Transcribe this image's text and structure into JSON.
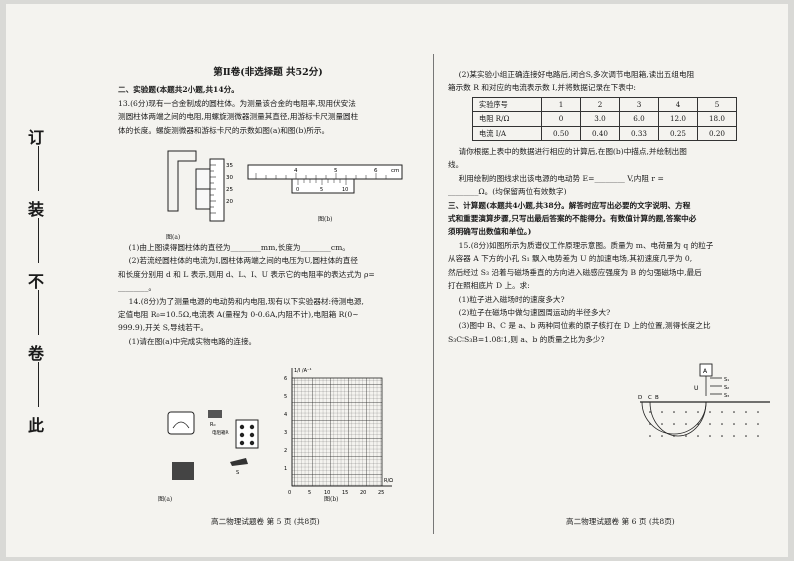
{
  "binding": {
    "chars": [
      "此",
      "卷",
      "不",
      "装",
      "订"
    ]
  },
  "left": {
    "section_title": "第Ⅱ卷(非选择题 共52分)",
    "part2_heading": "二、实验题(本题共2小题,共14分。",
    "q13_lines": [
      "13.(6分)现有一合金制成的圆柱体。为测量该合金的电阻率,现用伏安法",
      "测圆柱体两端之间的电阻,用螺旋测微器测量其直径,用游标卡尺测量圆柱",
      "体的长度。螺旋测微器和游标卡尺的示数如图(a)和图(b)所示。"
    ],
    "fig_a_caption": "图(a)",
    "fig_b_caption": "图(b)",
    "micrometer_ticks": [
      "35",
      "30",
      "25",
      "20"
    ],
    "caliper_ticks": [
      "4",
      "5",
      "6",
      "cm"
    ],
    "caliper_bottom": [
      "0",
      "5",
      "10"
    ],
    "q13_1": "(1)由上图读得圆柱体的直径为________mm,长度为________cm。",
    "q13_2_lines": [
      "(2)若流经圆柱体的电流为I,圆柱体两端之间的电压为U,圆柱体的直径",
      "和长度分别用 d 和 L 表示,则用 d、L、I、U 表示它的电阻率的表达式为 ρ=",
      "________。"
    ],
    "q14_lines": [
      "14.(8分)为了测量电源的电动势和内电阻,现有以下实验器材:待测电源,",
      "定值电阻 R₀=10.5Ω,电流表 A(量程为 0-0.6A,内阻不计),电阻箱 R(0~",
      "999.9),开关 S,导线若干。",
      "(1)请在图(a)中完成实物电路的连接。"
    ],
    "circuit_labels": [
      "R₀",
      "电阻箱R",
      "S"
    ],
    "graph_ylabel": "1/I /A⁻¹",
    "graph_xlabel": "R/Ω",
    "graph_yticks": [
      "6",
      "5",
      "4",
      "3",
      "2",
      "1"
    ],
    "graph_xticks": [
      "0",
      "5",
      "10",
      "15",
      "20",
      "25"
    ],
    "fig14a_caption": "图(a)",
    "fig14b_caption": "图(b)",
    "footer": "高二物理试题卷 第 5 页 (共8页)"
  },
  "right": {
    "q14_2_lines": [
      "(2)某实验小组正确连接好电路后,闭合S,多次调节电阻箱,读出五组电阻",
      "箱示数 R 和对应的电流表示数 I,并将数据记录在下表中:"
    ],
    "table": {
      "rows": [
        [
          "实验序号",
          "1",
          "2",
          "3",
          "4",
          "5"
        ],
        [
          "电阻 R/Ω",
          "0",
          "3.0",
          "6.0",
          "12.0",
          "18.0"
        ],
        [
          "电流 I/A",
          "0.50",
          "0.40",
          "0.33",
          "0.25",
          "0.20"
        ]
      ]
    },
    "after_table_lines": [
      "请你根据上表中的数据进行相应的计算后,在图(b)中描点,并绘制出图",
      "线。",
      "利用绘制的图线求出该电源的电动势 E=________ V,内阻 r =",
      "________Ω。(均保留两位有效数字)"
    ],
    "part3_lines": [
      "三、计算题(本题共4小题,共38分。解答时应写出必要的文字说明、方程",
      "式和重要演算步骤,只写出最后答案的不能得分。有数值计算的题,答案中必",
      "须明确写出数值和单位。)"
    ],
    "q15_lines": [
      "15.(8分)如图所示为质谱仪工作原理示意图。质量为 m、电荷量为 q 的粒子",
      "从容器 A 下方的小孔 S₁ 飘入电势差为 U 的加速电场,其初速度几乎为 0,",
      "然后经过 S₃ 沿着与磁场垂直的方向进入磁感应强度为 B 的匀强磁场中,最后",
      "打在照相底片 D 上。求:",
      "(1)粒子进入磁场时的速度多大?",
      "(2)粒子在磁场中做匀速圆周运动的半径多大?",
      "(3)图中 B、C 是 a、b 两种同位素的原子核打在 D 上的位置,测得长度之比",
      "S₃C∶S₃B=1.08∶1,则 a、b 的质量之比为多少?"
    ],
    "spectro_labels": [
      "A",
      "U",
      "S₁",
      "S₂",
      "S₃",
      "D",
      "C",
      "B"
    ],
    "footer": "高二物理试题卷 第 6 页 (共8页)"
  }
}
